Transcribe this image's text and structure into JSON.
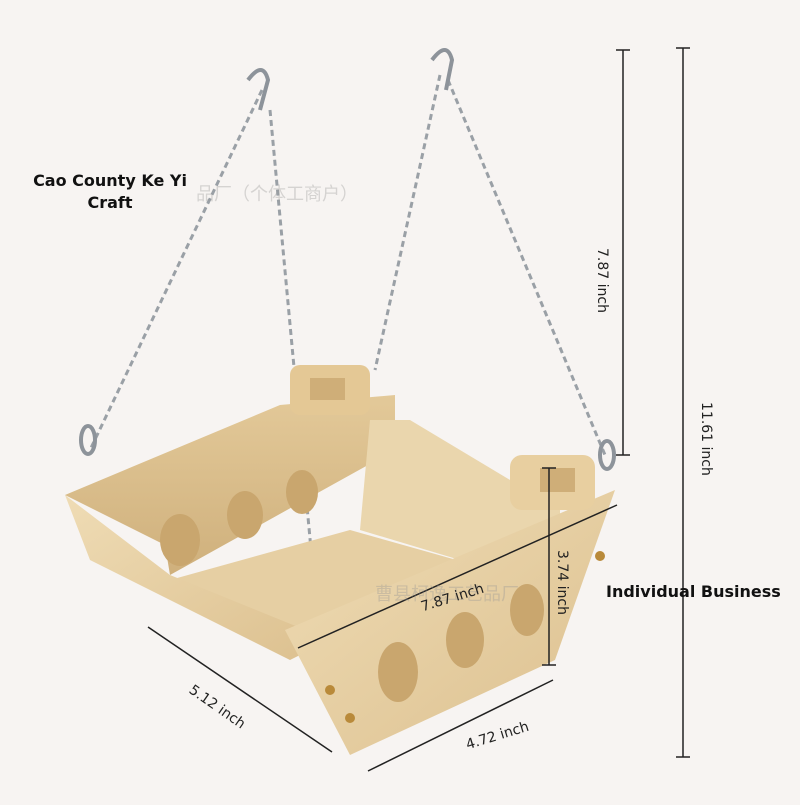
{
  "brand": {
    "left": "Cao County Ke Yi Craft",
    "right": "Individual Business"
  },
  "watermarks": {
    "top": "品厂（个体工商户）",
    "bottom": "曹县柯逸工艺品厂"
  },
  "dimensions": {
    "chain_height": "7.87 inch",
    "total_height": "11.61 inch",
    "box_height": "3.74 inch",
    "top_width": "7.87 inch",
    "depth": "5.12 inch",
    "bottom_width": "4.72 inch"
  },
  "colors": {
    "background": "#f7f4f2",
    "wood": "#e9d3a8",
    "wood_dark": "#d8bb88",
    "chain": "#9aa0a6",
    "dimension_line": "#222222"
  }
}
